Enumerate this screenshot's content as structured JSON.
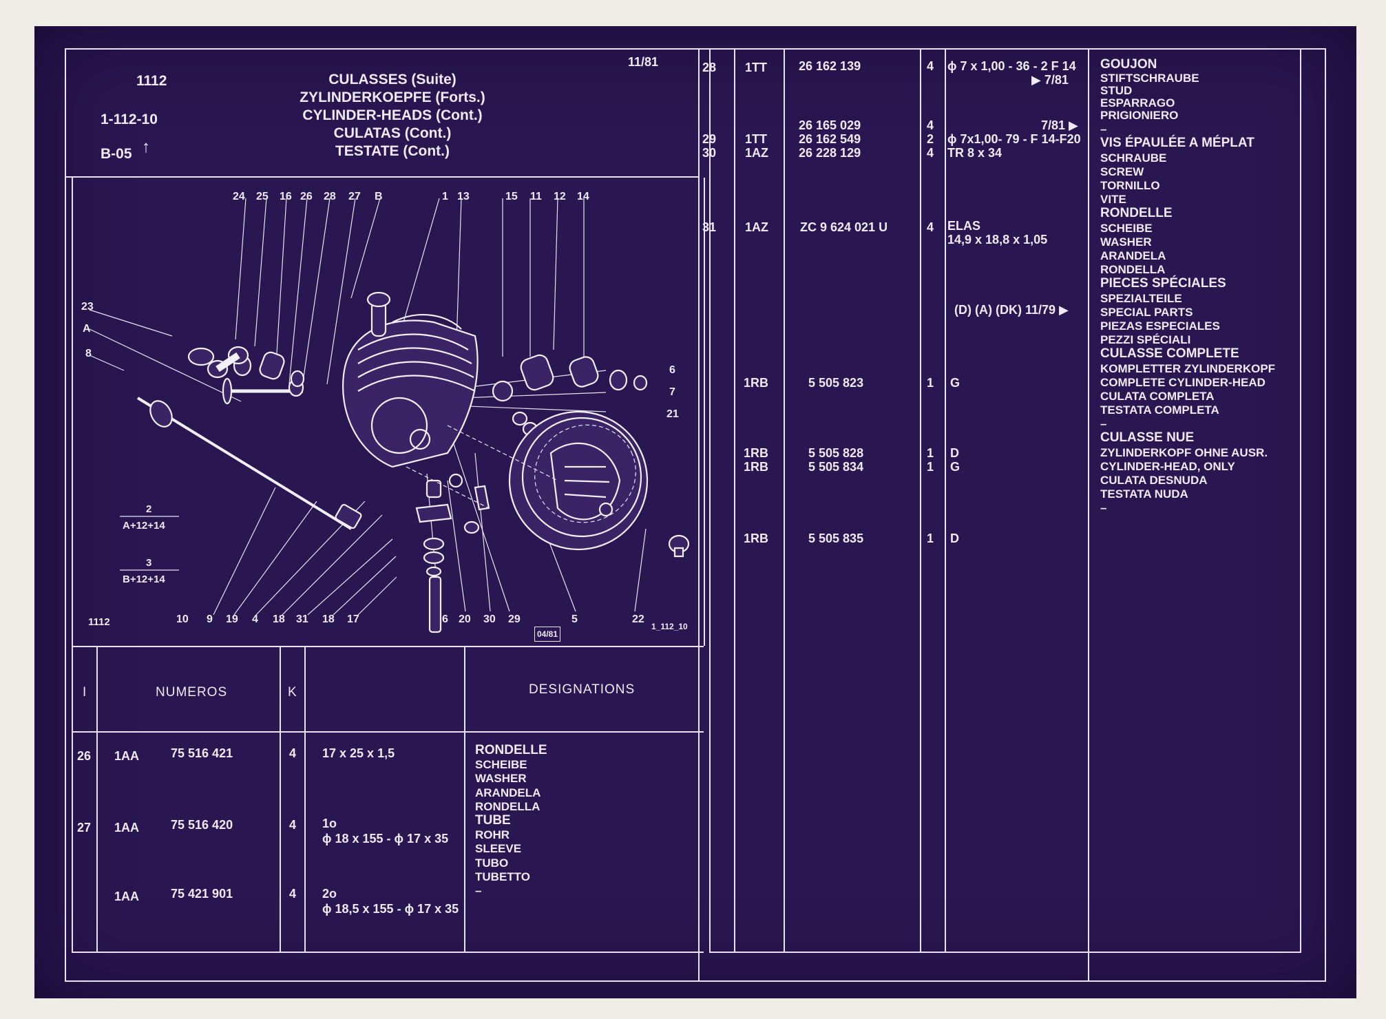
{
  "header": {
    "code": "1112",
    "ref": "1-112-10",
    "sub_ref": "B-05",
    "date": "11/81",
    "titles": [
      "CULASSES (Suite)",
      "ZYLINDERKOEPFE (Forts.)",
      "CYLINDER-HEADS (Cont.)",
      "CULATAS (Cont.)",
      "TESTATE (Cont.)"
    ]
  },
  "diagram": {
    "callouts_top": [
      "24",
      "25",
      "16",
      "26",
      "28",
      "27",
      "B",
      "1",
      "13",
      "15",
      "11",
      "12",
      "14"
    ],
    "callouts_left": [
      "23",
      "A",
      "8"
    ],
    "callouts_right": [
      "6",
      "7",
      "21"
    ],
    "callouts_bottom": [
      "10",
      "9",
      "19",
      "4",
      "18",
      "31",
      "18",
      "17",
      "6",
      "20",
      "30",
      "29",
      "5",
      "22"
    ],
    "fraction_1": {
      "num": "2",
      "den": "A+12+14"
    },
    "fraction_2": {
      "num": "3",
      "den": "B+12+14"
    },
    "page_code": "1112",
    "stamp": "04/81",
    "drawing_ref": "1_112_10"
  },
  "table_headers": {
    "col_i": "I",
    "col_numeros": "NUMEROS",
    "col_k": "K",
    "col_designations": "DESIGNATIONS"
  },
  "left_rows": [
    {
      "i": "26",
      "code": "1AA",
      "num": "75 516 421",
      "k": "4",
      "spec": [
        "17 x 25 x 1,5"
      ],
      "desc": [
        "RONDELLE",
        "SCHEIBE",
        "WASHER",
        "ARANDELA",
        "RONDELLA"
      ]
    },
    {
      "i": "27",
      "code": "1AA",
      "num": "75 516 420",
      "k": "4",
      "spec": [
        "1o",
        "ϕ 18 x 155 - ϕ 17 x 35"
      ],
      "desc": [
        "TUBE",
        "ROHR",
        "SLEEVE",
        "TUBO",
        "TUBETTO"
      ]
    },
    {
      "i": "",
      "code": "1AA",
      "num": "75 421 901",
      "k": "4",
      "spec": [
        "2o",
        "ϕ 18,5 x 155 - ϕ 17 x 35"
      ],
      "desc": [
        "–"
      ]
    }
  ],
  "right_rows": [
    {
      "i": "28",
      "code": "1TT",
      "num": "26 162 139",
      "k": "4",
      "spec": [
        "ϕ 7 x 1,00 - 36 - 2 F 14",
        "▶ 7/81"
      ]
    },
    {
      "i": "",
      "code": "",
      "num": "26 165 029",
      "k": "4",
      "spec": [
        "7/81 ▶"
      ]
    },
    {
      "i": "29",
      "code": "1TT",
      "num": "26 162 549",
      "k": "2",
      "spec": [
        "ϕ 7x1,00- 79 - F 14-F20"
      ]
    },
    {
      "i": "30",
      "code": "1AZ",
      "num": "26 228 129",
      "k": "4",
      "spec": [
        "TR 8 x 34"
      ]
    },
    {
      "i": "31",
      "code": "1AZ",
      "num": "ZC 9 624 021 U",
      "k": "4",
      "spec": [
        "ELAS",
        "14,9 x 18,8 x 1,05"
      ]
    },
    {
      "i": "",
      "code": "",
      "num": "",
      "k": "",
      "spec": [
        "(D) (A) (DK) 11/79 ▶"
      ]
    },
    {
      "i": "",
      "code": "1RB",
      "num": "5 505 823",
      "k": "1",
      "spec": [
        "G"
      ]
    },
    {
      "i": "",
      "code": "1RB",
      "num": "5 505 828",
      "k": "1",
      "spec": [
        "D"
      ]
    },
    {
      "i": "",
      "code": "1RB",
      "num": "5 505 834",
      "k": "1",
      "spec": [
        "G"
      ]
    },
    {
      "i": "",
      "code": "1RB",
      "num": "5 505 835",
      "k": "1",
      "spec": [
        "D"
      ]
    }
  ],
  "right_desc": [
    {
      "bold": true,
      "text": "GOUJON"
    },
    {
      "bold": false,
      "text": "STIFTSCHRAUBE"
    },
    {
      "bold": false,
      "text": "STUD"
    },
    {
      "bold": false,
      "text": "ESPARRAGO"
    },
    {
      "bold": false,
      "text": "PRIGIONIERO"
    },
    {
      "bold": false,
      "text": "–"
    },
    {
      "bold": true,
      "text": "VIS ÉPAULÉE A MÉPLAT"
    },
    {
      "bold": false,
      "text": "SCHRAUBE"
    },
    {
      "bold": false,
      "text": "SCREW"
    },
    {
      "bold": false,
      "text": "TORNILLO"
    },
    {
      "bold": false,
      "text": "VITE"
    },
    {
      "bold": true,
      "text": "RONDELLE"
    },
    {
      "bold": false,
      "text": "SCHEIBE"
    },
    {
      "bold": false,
      "text": "WASHER"
    },
    {
      "bold": false,
      "text": "ARANDELA"
    },
    {
      "bold": false,
      "text": "RONDELLA"
    },
    {
      "bold": true,
      "text": "PIECES SPÉCIALES"
    },
    {
      "bold": false,
      "text": "SPEZIALTEILE"
    },
    {
      "bold": false,
      "text": "SPECIAL PARTS"
    },
    {
      "bold": false,
      "text": "PIEZAS ESPECIALES"
    },
    {
      "bold": false,
      "text": "PEZZI SPÉCIALI"
    },
    {
      "bold": true,
      "text": "CULASSE COMPLETE"
    },
    {
      "bold": false,
      "text": "KOMPLETTER ZYLINDERKOPF"
    },
    {
      "bold": false,
      "text": "COMPLETE CYLINDER-HEAD"
    },
    {
      "bold": false,
      "text": "CULATA COMPLETA"
    },
    {
      "bold": false,
      "text": "TESTATA COMPLETA"
    },
    {
      "bold": false,
      "text": "–"
    },
    {
      "bold": true,
      "text": "CULASSE NUE"
    },
    {
      "bold": false,
      "text": "ZYLINDERKOPF OHNE AUSR."
    },
    {
      "bold": false,
      "text": "CYLINDER-HEAD, ONLY"
    },
    {
      "bold": false,
      "text": "CULATA DESNUDA"
    },
    {
      "bold": false,
      "text": "TESTATA NUDA"
    },
    {
      "bold": false,
      "text": "–"
    }
  ],
  "colors": {
    "background": "#2a1650",
    "ink": "#ece8f4",
    "surround": "#efece6"
  }
}
